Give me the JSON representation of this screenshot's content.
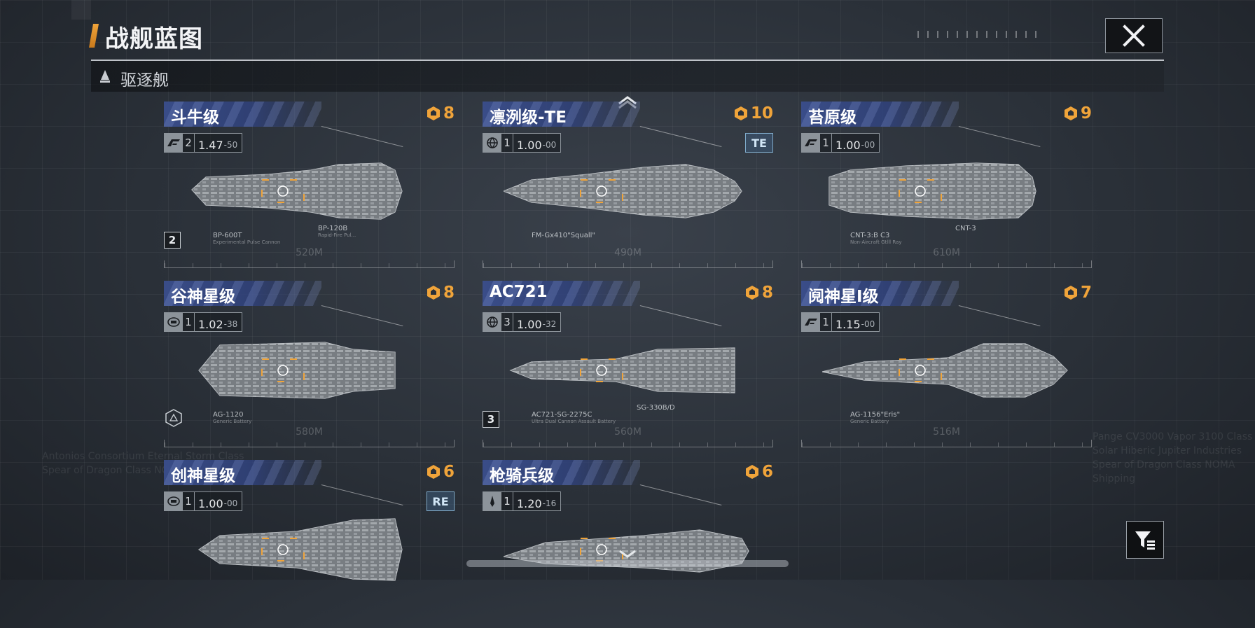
{
  "header": {
    "title": "战舰蓝图",
    "close_icon": "close-icon"
  },
  "category": {
    "icon": "destroyer-icon",
    "label": "驱逐舰"
  },
  "background_text": [
    "Antonios Consortium Eternal Storm Class",
    "Spear of Dragon Class NOMA",
    "Pange CV3000 Vapor 3100 Class",
    "Solar Hiberic Jupiter Industries",
    "Spear of Dragon Class NOMA Shipping"
  ],
  "ships": [
    {
      "name": "斗牛级",
      "cost": "8",
      "class_icon": "manufacturer-icon",
      "tier": "2",
      "rating": "1.47",
      "rating_minor": "-50",
      "variant": "",
      "length": "520M",
      "badge": "2",
      "weapons": [
        {
          "code": "BP-600T",
          "desc": "Experimental Pulse Cannon"
        },
        {
          "code": "BP-120B",
          "desc": "Rapid-Fire Pul..."
        }
      ]
    },
    {
      "name": "凛洌级-TE",
      "cost": "10",
      "class_icon": "globe-icon",
      "tier": "1",
      "rating": "1.00",
      "rating_minor": "-00",
      "variant": "TE",
      "length": "490M",
      "badge": "",
      "weapons": [
        {
          "code": "FM-Gx410\"Squall\"",
          "desc": ""
        }
      ]
    },
    {
      "name": "苔原级",
      "cost": "9",
      "class_icon": "manufacturer-icon",
      "tier": "1",
      "rating": "1.00",
      "rating_minor": "-00",
      "variant": "",
      "length": "610M",
      "badge": "",
      "weapons": [
        {
          "code": "CNT-3:B C3",
          "desc": "Non-Aircraft Gtlll Ray"
        },
        {
          "code": "CNT-3",
          "desc": ""
        }
      ]
    },
    {
      "name": "谷神星级",
      "cost": "8",
      "class_icon": "shield-emblem-icon",
      "tier": "1",
      "rating": "1.02",
      "rating_minor": "-38",
      "variant": "",
      "length": "580M",
      "badge": "hex",
      "weapons": [
        {
          "code": "AG-1120",
          "desc": "Generic Battery"
        }
      ]
    },
    {
      "name": "AC721",
      "cost": "8",
      "class_icon": "globe-icon",
      "tier": "3",
      "rating": "1.00",
      "rating_minor": "-32",
      "variant": "",
      "length": "560M",
      "badge": "3",
      "weapons": [
        {
          "code": "AC721-SG-2275C",
          "desc": "Ultra Dual Cannon Assault Battery"
        },
        {
          "code": "SG-330B/D",
          "desc": ""
        }
      ]
    },
    {
      "name": "阋神星I级",
      "cost": "7",
      "class_icon": "manufacturer-icon",
      "tier": "1",
      "rating": "1.15",
      "rating_minor": "-00",
      "variant": "",
      "length": "516M",
      "badge": "",
      "weapons": [
        {
          "code": "AG-1156\"Eris\"",
          "desc": "Generic Battery"
        }
      ]
    },
    {
      "name": "创神星级",
      "cost": "6",
      "class_icon": "shield-emblem-icon",
      "tier": "1",
      "rating": "1.00",
      "rating_minor": "-00",
      "variant": "RE",
      "length": "",
      "badge": "",
      "weapons": []
    },
    {
      "name": "枪骑兵级",
      "cost": "6",
      "class_icon": "lancer-icon",
      "tier": "1",
      "rating": "1.20",
      "rating_minor": "-16",
      "variant": "",
      "length": "",
      "badge": "",
      "weapons": []
    }
  ],
  "filter_icon": "filter-icon",
  "colors": {
    "accent_orange": "#f0a43a",
    "ribbon_blue": "#3a4e8c",
    "variant_blue": "#7faac9",
    "background": "#2a3038"
  }
}
